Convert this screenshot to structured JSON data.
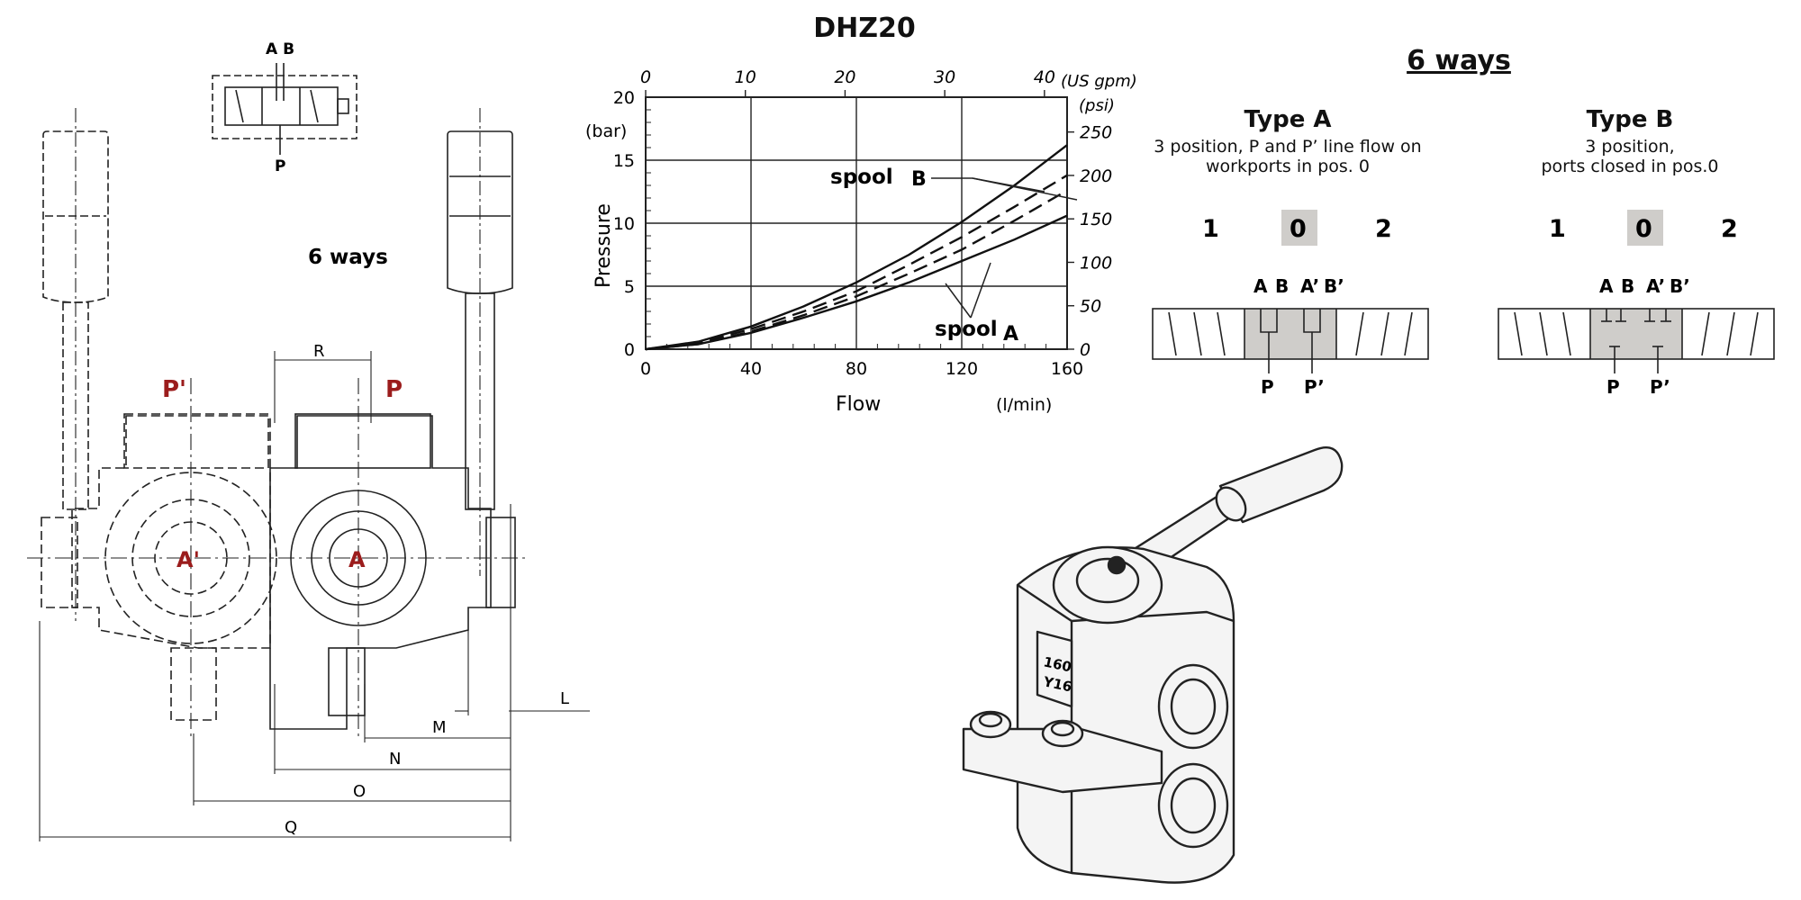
{
  "left_drawing": {
    "symbol_ports_top": "A  B",
    "symbol_port_bottom": "P",
    "ways_label": "6 ways",
    "port_p_prime": "P'",
    "port_p": "P",
    "port_a_prime": "A'",
    "port_a": "A",
    "dim_r": "R",
    "dim_l": "L",
    "dim_m": "M",
    "dim_n": "N",
    "dim_o": "O",
    "dim_q": "Q",
    "accent_color": "#9b1c1c"
  },
  "chart": {
    "title": "DHZ20",
    "pressure_label": "Pressure",
    "bar_unit": "(bar)",
    "flow_label": "Flow",
    "flow_unit": "(l/min)",
    "gpm_unit": "(US gpm)",
    "psi_unit": "(psi)",
    "spool_b_label": "spool",
    "spool_b_letter": "B",
    "spool_a_label": "spool",
    "spool_a_letter": "A"
  },
  "chart_data": {
    "type": "line",
    "title": "DHZ20",
    "xlabel": "Flow",
    "ylabel": "Pressure",
    "xlim": [
      0,
      160
    ],
    "ylim": [
      0,
      20
    ],
    "x_ticks": [
      0,
      40,
      80,
      120,
      160
    ],
    "y_ticks": [
      0,
      5,
      10,
      15,
      20
    ],
    "top_axis_ticks": [
      0,
      10,
      20,
      30,
      40
    ],
    "right_axis_ticks": [
      0,
      50,
      100,
      150,
      200,
      250
    ],
    "grid": true,
    "series": [
      {
        "name": "spool B",
        "style": "solid",
        "x": [
          0,
          20,
          40,
          60,
          80,
          100,
          120,
          140,
          160
        ],
        "y": [
          0,
          0.6,
          1.8,
          3.4,
          5.3,
          7.5,
          10.1,
          13,
          16.2
        ]
      },
      {
        "name": "spool B",
        "style": "dashed",
        "x": [
          0,
          20,
          40,
          60,
          80,
          100,
          120,
          140,
          160
        ],
        "y": [
          0,
          0.5,
          1.6,
          3,
          4.6,
          6.7,
          8.9,
          11.3,
          13.8
        ]
      },
      {
        "name": "spool A",
        "style": "dashed",
        "x": [
          0,
          20,
          40,
          60,
          80,
          100,
          120,
          140,
          160
        ],
        "y": [
          0,
          0.4,
          1.4,
          2.7,
          4.2,
          6,
          7.9,
          10.2,
          12.6
        ]
      },
      {
        "name": "spool A",
        "style": "solid",
        "x": [
          0,
          20,
          40,
          60,
          80,
          100,
          120,
          140,
          160
        ],
        "y": [
          0,
          0.4,
          1.3,
          2.5,
          3.8,
          5.3,
          7,
          8.7,
          10.6
        ]
      }
    ]
  },
  "six_ways": {
    "heading": "6 ways",
    "type_a": {
      "title": "Type A",
      "desc_line1": "3 position, P and P’ line flow on",
      "desc_line2": "workports in pos. 0",
      "pos_1": "1",
      "pos_0": "0",
      "pos_2": "2",
      "port_a": "A",
      "port_b": "B",
      "port_a_prime": "A’",
      "port_b_prime": "B’",
      "port_p": "P",
      "port_p_prime": "P’"
    },
    "type_b": {
      "title": "Type B",
      "desc_line1": "3 position,",
      "desc_line2": "ports closed in pos.0",
      "pos_1": "1",
      "pos_0": "0",
      "pos_2": "2",
      "port_a": "A",
      "port_b": "B",
      "port_a_prime": "A’",
      "port_b_prime": "B’",
      "port_p": "P",
      "port_p_prime": "P’"
    },
    "highlight_color": "#cfcdca"
  },
  "valve_body": {
    "marking_line1": "160",
    "marking_line2": "Y16"
  }
}
